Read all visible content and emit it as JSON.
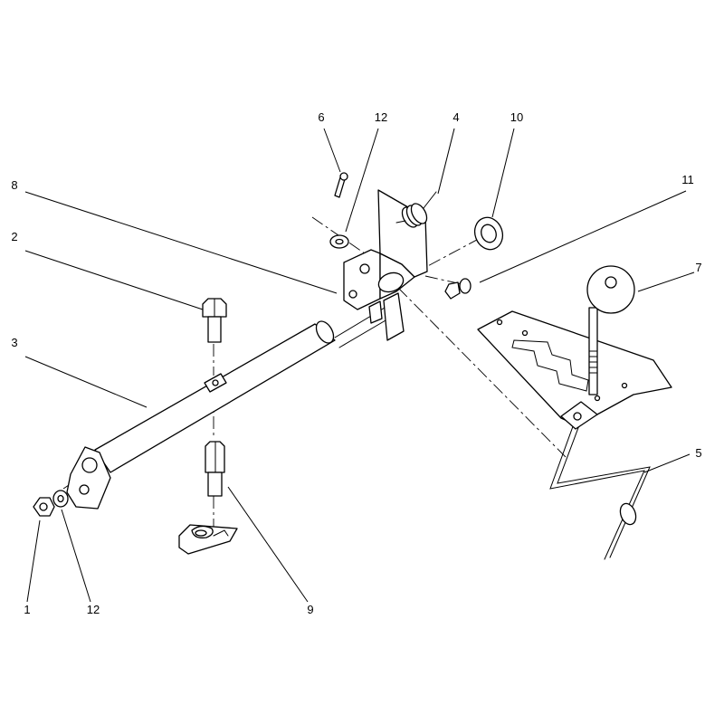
{
  "callouts": {
    "c1": "1",
    "c2": "2",
    "c3": "3",
    "c4": "4",
    "c5": "5",
    "c6": "6",
    "c7": "7",
    "c8": "8",
    "c9": "9",
    "c10": "10",
    "c11": "11",
    "c12a": "12",
    "c12b": "12"
  }
}
